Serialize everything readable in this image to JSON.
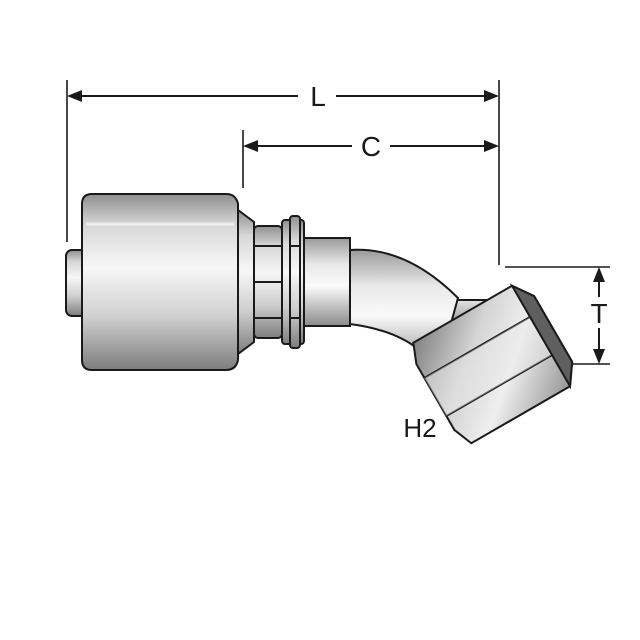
{
  "diagram": {
    "labels": {
      "overall_length": "L",
      "centerline_length": "C",
      "thread_dimension": "T",
      "hex_size": "H2"
    },
    "colors": {
      "line": "#1a1a1a",
      "background": "#ffffff",
      "metal_light": "#f4f4f4",
      "metal_mid": "#c9c9c9",
      "metal_dark": "#8a8a8a"
    }
  }
}
